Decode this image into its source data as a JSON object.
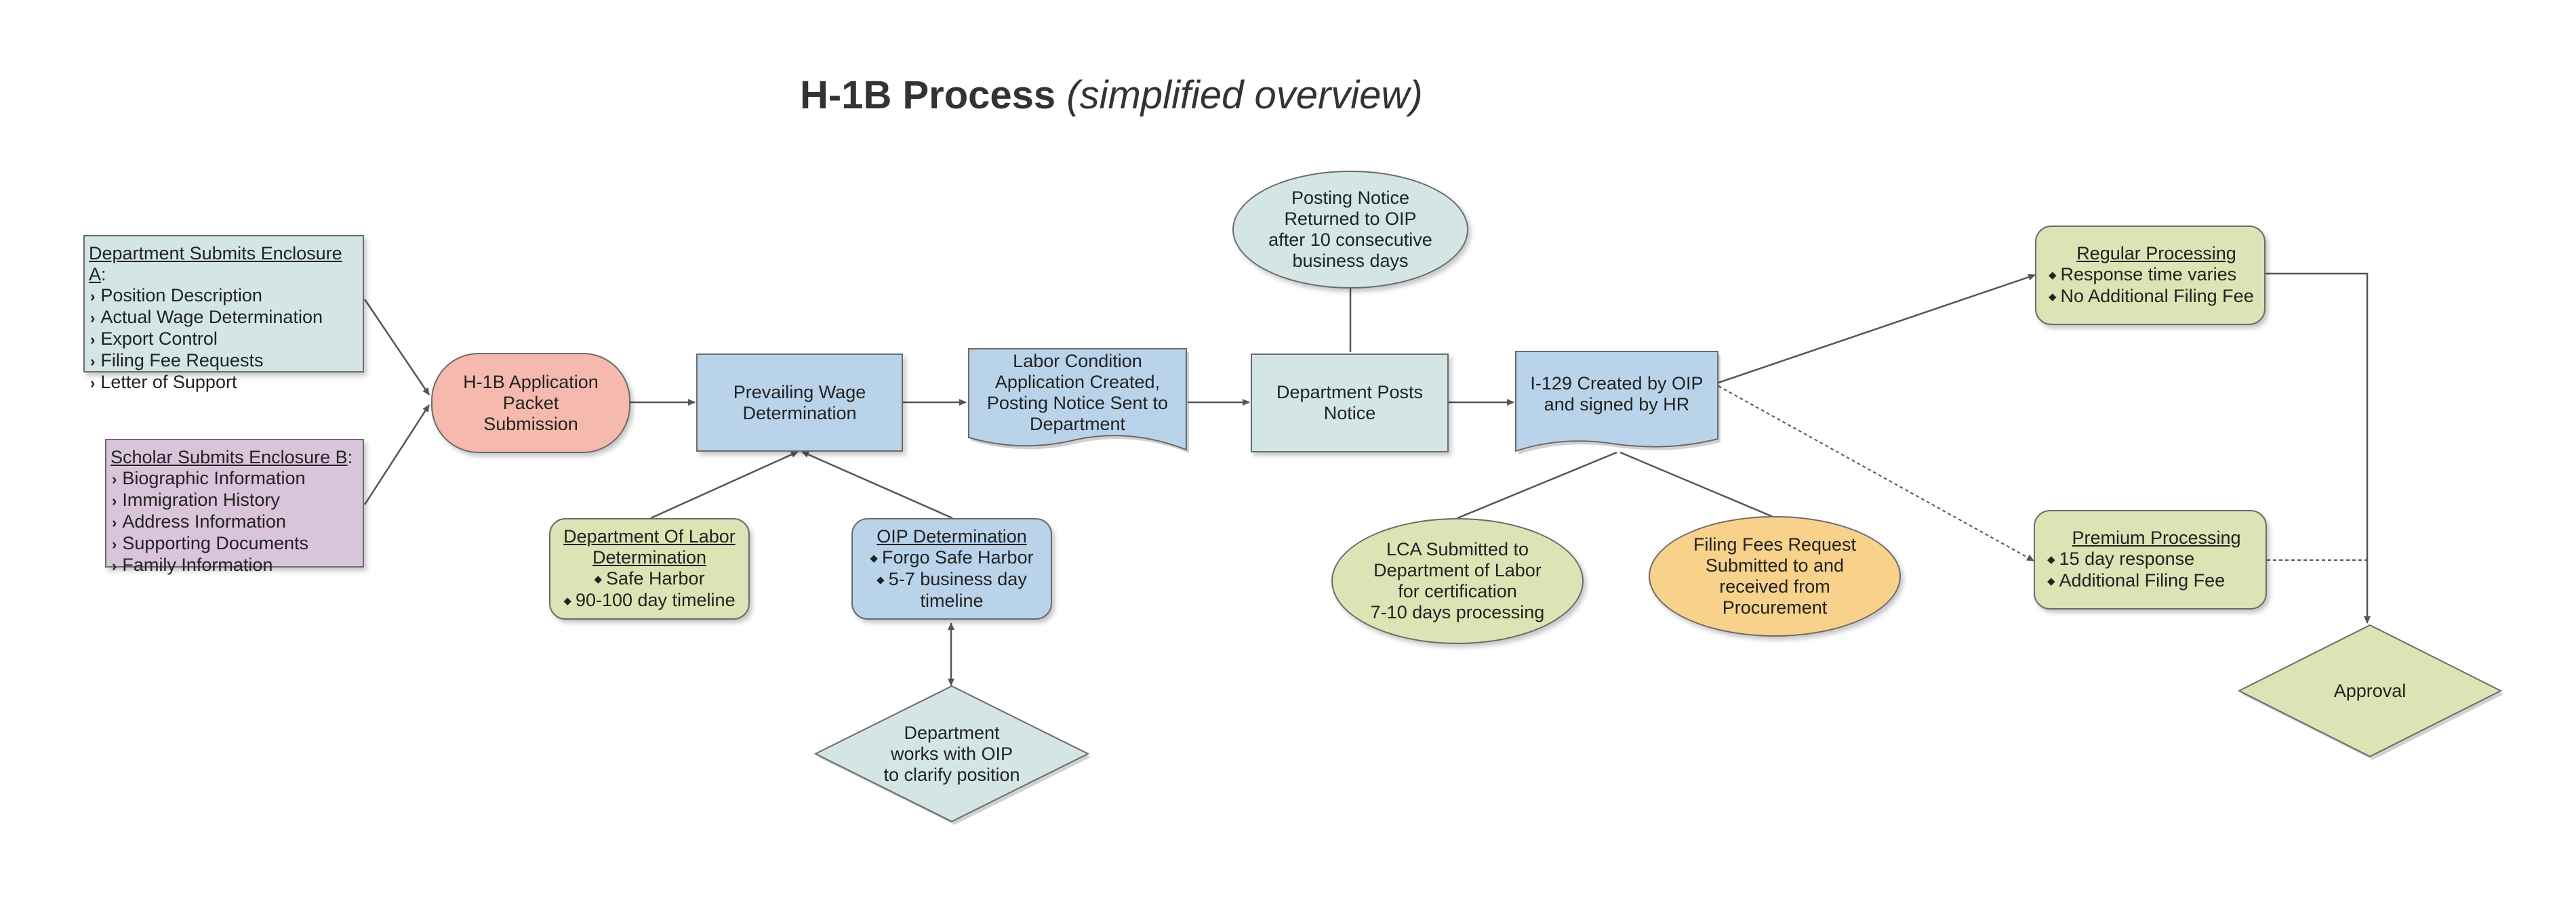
{
  "title": {
    "main": "H-1B  Process",
    "sub": "(simplified overview)"
  },
  "colors": {
    "teal": "#d3e6e5",
    "purple": "#d9c4db",
    "salmon": "#f5b9ae",
    "blue": "#b9d4ea",
    "green": "#dbe4b4",
    "orange": "#f8d28b",
    "border": "#6b6b6b",
    "line": "#555555"
  },
  "nodes": {
    "enclosure_a": {
      "header": "Department Submits Enclosure A",
      "header_suffix": ":",
      "items": [
        "Position Description",
        "Actual Wage Determination",
        "Export Control",
        "Filing Fee Requests",
        "Letter of Support"
      ]
    },
    "enclosure_b": {
      "header": "Scholar Submits Enclosure B",
      "header_suffix": ":",
      "items": [
        "Biographic Information",
        "Immigration History",
        "Address Information",
        "Supporting Documents",
        "Family Information"
      ]
    },
    "application": {
      "lines": [
        "H-1B Application",
        "Packet",
        "Submission"
      ]
    },
    "prevailing_wage": {
      "lines": [
        "Prevailing Wage",
        "Determination"
      ]
    },
    "lca": {
      "lines": [
        "Labor Condition",
        "Application Created,",
        "Posting Notice Sent to",
        "Department"
      ]
    },
    "dept_posts": {
      "lines": [
        "Department Posts",
        "Notice"
      ]
    },
    "posting_returned": {
      "lines": [
        "Posting Notice",
        "Returned to OIP",
        "after 10 consecutive",
        "business days"
      ]
    },
    "i129": {
      "lines": [
        "I-129 Created by OIP",
        "and signed by HR"
      ]
    },
    "dol": {
      "lines": [
        "Department Of Labor",
        "Determination"
      ],
      "bullets": [
        "Safe Harbor",
        "90-100 day timeline"
      ]
    },
    "oip": {
      "header": "OIP Determination",
      "bullets": [
        "Forgo Safe Harbor",
        "5-7 business day"
      ],
      "tail": "timeline"
    },
    "dept_works": {
      "lines": [
        "Department",
        "works with OIP",
        "to clarify position"
      ]
    },
    "lca_submitted": {
      "lines": [
        "LCA Submitted to",
        "Department of Labor",
        "for certification",
        "7-10 days processing"
      ]
    },
    "filing_fees": {
      "lines": [
        "Filing Fees Request",
        "Submitted to and",
        "received from",
        "Procurement"
      ]
    },
    "regular": {
      "header": "Regular Processing",
      "bullets": [
        "Response time varies",
        "No Additional Filing Fee"
      ]
    },
    "premium": {
      "header": "Premium Processing",
      "bullets": [
        "15 day response",
        "Additional Filing Fee"
      ]
    },
    "approval": {
      "lines": [
        "Approval"
      ]
    }
  }
}
